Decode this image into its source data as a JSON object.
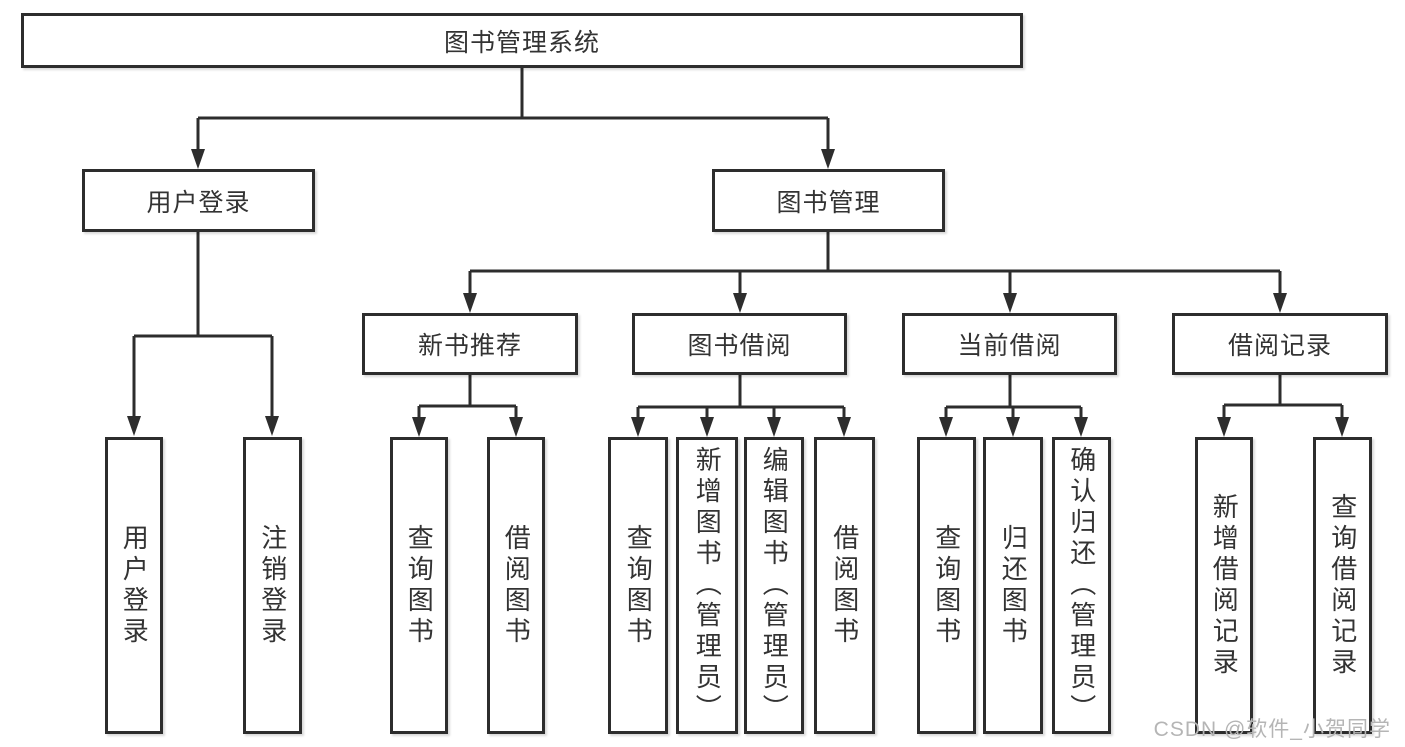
{
  "diagram": {
    "root": {
      "label": "图书管理系统"
    },
    "branches": [
      {
        "label": "用户登录",
        "children": [
          {
            "label": "用户登录"
          },
          {
            "label": "注销登录"
          }
        ]
      },
      {
        "label": "图书管理",
        "children": [
          {
            "label": "新书推荐",
            "children": [
              {
                "label": "查询图书"
              },
              {
                "label": "借阅图书"
              }
            ]
          },
          {
            "label": "图书借阅",
            "children": [
              {
                "label": "查询图书"
              },
              {
                "label": "新增图书（管理员）"
              },
              {
                "label": "编辑图书（管理员）"
              },
              {
                "label": "借阅图书"
              }
            ]
          },
          {
            "label": "当前借阅",
            "children": [
              {
                "label": "查询图书"
              },
              {
                "label": "归还图书"
              },
              {
                "label": "确认归还（管理员）"
              }
            ]
          },
          {
            "label": "借阅记录",
            "children": [
              {
                "label": "新增借阅记录"
              },
              {
                "label": "查询借阅记录"
              }
            ]
          }
        ]
      }
    ]
  },
  "watermark": {
    "text": "CSDN @软件_小贺同学"
  },
  "colors": {
    "line": "#2d2d2d",
    "text": "#333333",
    "watermark": "#b5b5b5",
    "background": "#ffffff"
  }
}
